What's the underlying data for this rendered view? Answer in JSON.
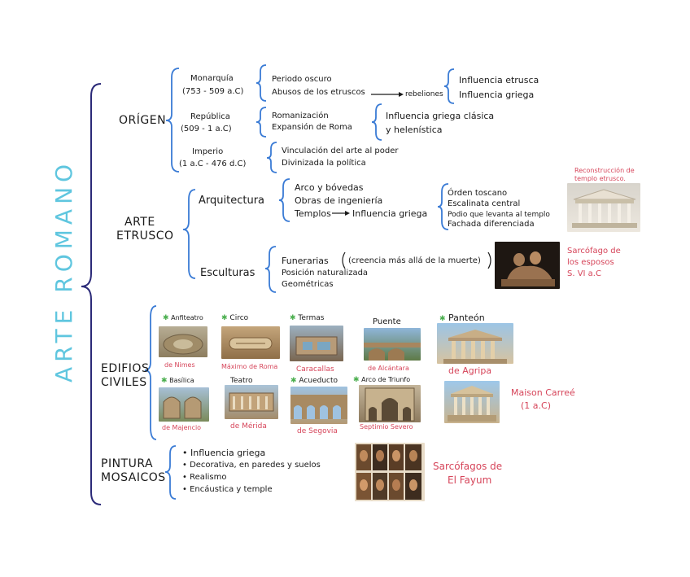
{
  "title": "ARTE ROMANO",
  "origen": {
    "label": "ORÍGEN",
    "monarquia": {
      "name": "Monarquía",
      "dates": "(753 - 509 a.C)",
      "items": [
        "Periodo oscuro",
        "Abusos de los etruscos"
      ],
      "arrow_to": "rebeliones",
      "influences": [
        "Influencia etrusca",
        "Influencia griega"
      ]
    },
    "republica": {
      "name": "República",
      "dates": "(509 - 1 a.C)",
      "items": [
        "Romanización",
        "Expansión de Roma"
      ],
      "influence": [
        "Influencia griega clásica",
        "y helenística"
      ]
    },
    "imperio": {
      "name": "Imperio",
      "dates": "(1 a.C - 476 d.C)",
      "items": [
        "Vinculación del arte al poder",
        "Divinizada la política"
      ]
    }
  },
  "etrusco": {
    "label_line1": "ARTE",
    "label_line2": "ETRUSCO",
    "arquitectura": {
      "label": "Arquitectura",
      "items": [
        "Arco y bóvedas",
        "Obras de ingeniería",
        "Templos"
      ],
      "arrow_to": "Influencia griega",
      "temple": [
        "Órden toscano",
        "Escalinata central",
        "Podio que levanta al templo",
        "Fachada diferenciada"
      ],
      "caption": [
        "Reconstrucción de",
        "templo etrusco."
      ]
    },
    "esculturas": {
      "label": "Esculturas",
      "items": [
        "Funerarias",
        "Posición naturalizada",
        "Geométricas"
      ],
      "note": "(creencia más allá de la muerte)",
      "caption": [
        "Sarcófago de",
        "los esposos",
        "S. VI a.C"
      ]
    }
  },
  "edificios": {
    "label_line1": "EDIFIOS",
    "label_line2": "CIVILES",
    "row1": [
      {
        "name": "Anfiteatro",
        "place": "de Nimes",
        "star": true
      },
      {
        "name": "Circo",
        "place": "Máximo de Roma",
        "star": true
      },
      {
        "name": "Termas",
        "place": "Caracallas",
        "star": true
      },
      {
        "name": "Puente",
        "place": "de Alcántara",
        "star": false
      },
      {
        "name": "Panteón",
        "place": "de Agripa",
        "star": true
      }
    ],
    "row2": [
      {
        "name": "Basílica",
        "place": "de Majencio",
        "star": true
      },
      {
        "name": "Teatro",
        "place": "de Mérida",
        "star": false
      },
      {
        "name": "Acueducto",
        "place": "de Segovia",
        "star": true
      },
      {
        "name": "Arco de Triunfo",
        "place": "Septimio Severo",
        "star": true
      }
    ],
    "maison": {
      "name": "Maison Carreé",
      "dates": "(1 a.C)"
    }
  },
  "pintura": {
    "label_line1": "PINTURA",
    "label_line2": "MOSAICOS",
    "items": [
      "Influencia griega",
      "Decorativa, en paredes y suelos",
      "Realismo",
      "Encáustica y temple"
    ],
    "caption": [
      "Sarcófagos de",
      "El Fayum"
    ]
  },
  "colors": {
    "title": "#5fc6df",
    "bracket_main": "#2b2a78",
    "bracket_blue": "#3a7bd5",
    "caption_red": "#d6455a",
    "star_green": "#4caf50"
  }
}
